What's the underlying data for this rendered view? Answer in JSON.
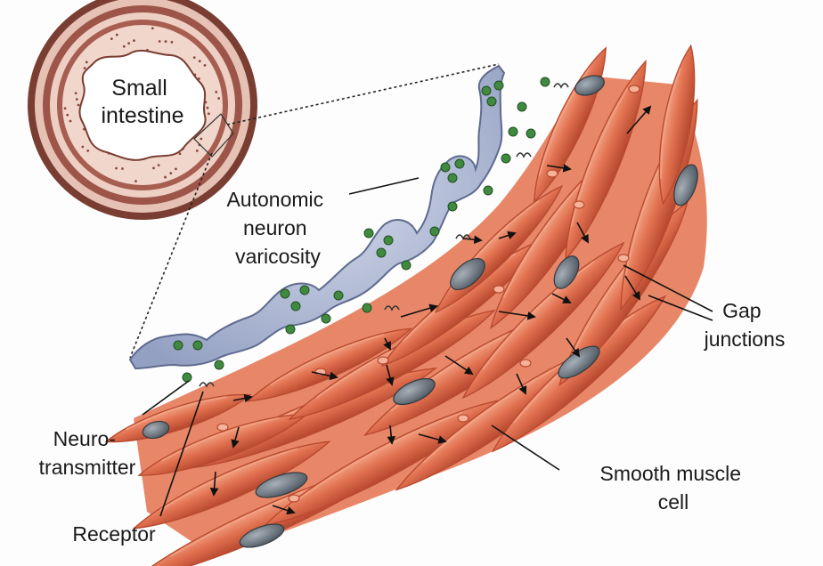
{
  "labels": {
    "small_intestine": [
      "Small",
      "intestine"
    ],
    "varicosity": [
      "Autonomic",
      "neuron",
      "varicosity"
    ],
    "gap_junctions": [
      "Gap",
      "junctions"
    ],
    "neurotransmitter": [
      "Neuro-",
      "transmitter"
    ],
    "receptor": "Receptor",
    "smooth_muscle": [
      "Smooth muscle",
      "cell"
    ]
  },
  "colors": {
    "muscle": "#e0704f",
    "muscle_dark": "#b94a2f",
    "muscle_light": "#f3a486",
    "nucleus": "#5e6a74",
    "neuron": "#a9b4cf",
    "neuron_outline": "#5f6b8f",
    "vesicle": "#3f8a3f",
    "intestine_ring": "#8a4a3c"
  }
}
